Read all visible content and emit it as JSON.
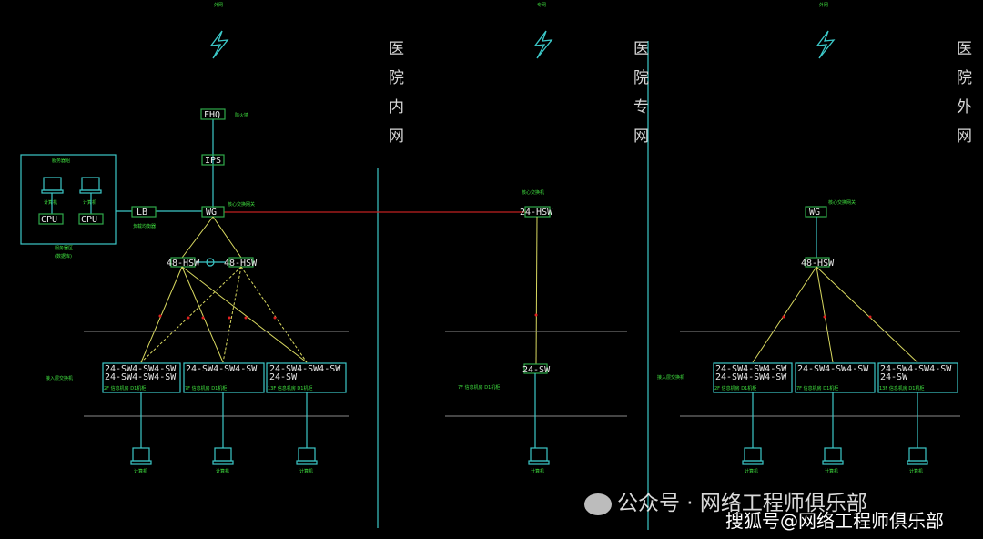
{
  "sections": [
    {
      "title": "医院内网",
      "top_label": "外网"
    },
    {
      "title": "医院专网",
      "top_label": "专网"
    },
    {
      "title": "医院外网",
      "top_label": "外网"
    }
  ],
  "devices": {
    "fhq": "FHQ",
    "ips": "IPS",
    "wg": "WG",
    "lb": "LB",
    "cpu": "CPU",
    "hsw48": "48-HSW",
    "hsw24": "24-HSW",
    "sw24": "24-SW",
    "sw_row_full": "24-SW4-SW4-SW",
    "sw_row_single": "24-SW"
  },
  "labels": {
    "firewall": "防火墙",
    "core_gateway": "核心交换网关",
    "load_balancer": "负载均衡器",
    "server_group": "服务器组",
    "server_zone": "服务器区",
    "server_zone_note": "(数据库)",
    "computer": "计算机",
    "access_switch": "接入层交换机",
    "core_switch": "核心交换机",
    "floor_1": "2F 信息机房 D1机柜",
    "floor_2": "7F 信息机房 D1机柜",
    "floor_3": "13F 信息机房 D1机柜",
    "terminal": "计算机"
  },
  "watermarks": {
    "wechat": "公众号 · 网络工程师俱乐部",
    "sohu": "搜狐号@网络工程师俱乐部"
  },
  "colors": {
    "background": "#000000",
    "device_box": "#2fa84a",
    "cable": "#3cc8c8",
    "uplink": "#d8d860",
    "dedicated_link": "#c02020",
    "label": "#3fe03f"
  }
}
